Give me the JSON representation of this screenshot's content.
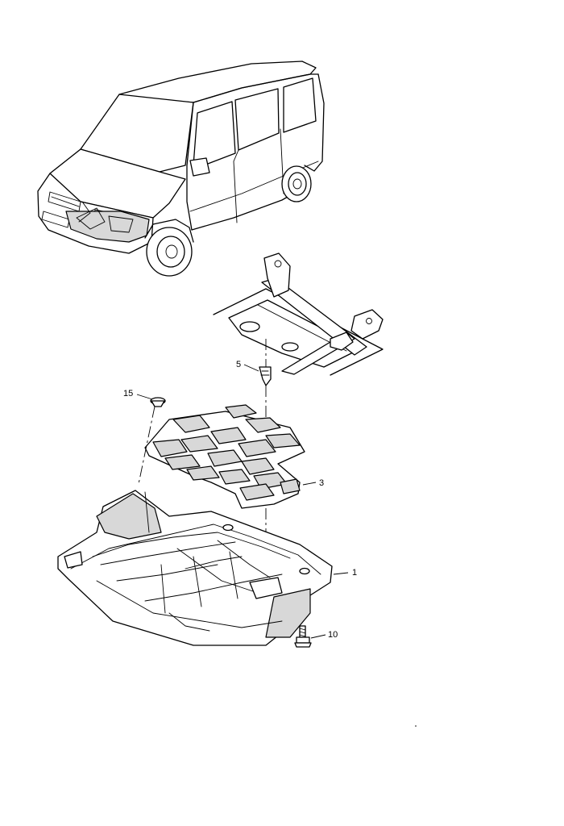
{
  "callouts": {
    "part_1": "1",
    "part_3": "3",
    "part_5": "5",
    "part_10": "10",
    "part_15": "15"
  }
}
